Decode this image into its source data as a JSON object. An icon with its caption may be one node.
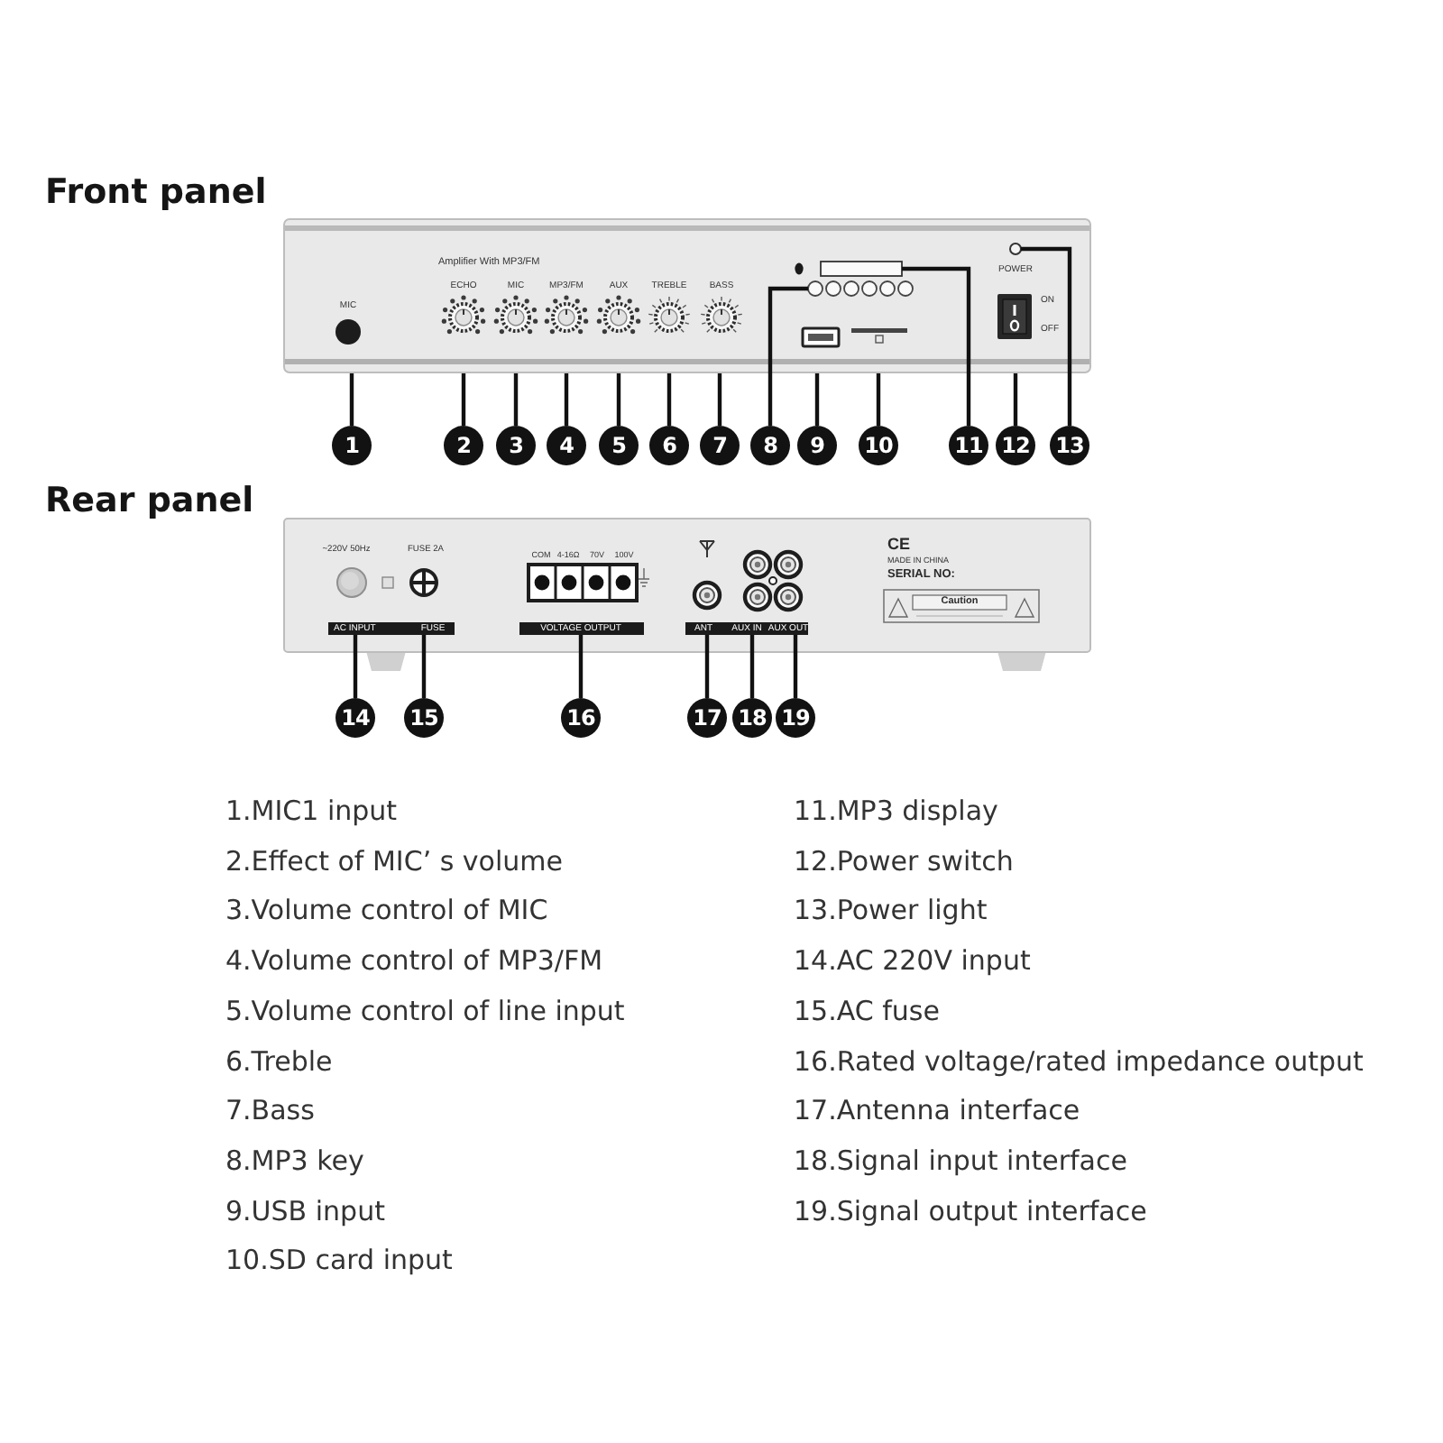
{
  "diagram": {
    "nodes": [
      {
        "text": [
          "Front panel"
        ]
      },
      {
        "text": [
          "1"
        ]
      },
      {
        "text": [
          "2"
        ]
      },
      {
        "text": [
          "3"
        ]
      },
      {
        "text": [
          "4"
        ]
      },
      {
        "text": [
          "5"
        ]
      },
      {
        "text": [
          "6"
        ]
      },
      {
        "text": [
          "7"
        ]
      },
      {
        "text": [
          "8"
        ]
      },
      {
        "text": [
          "9"
        ]
      },
      {
        "text": [
          "10"
        ]
      },
      {
        "text": [
          "11"
        ]
      },
      {
        "text": [
          "12"
        ]
      },
      {
        "text": [
          "13"
        ]
      },
      {
        "text": [
          "Rear panel"
        ]
      },
      {
        "text": [
          "14"
        ]
      },
      {
        "text": [
          "15"
        ]
      },
      {
        "text": [
          "16"
        ]
      },
      {
        "text": [
          "17"
        ]
      },
      {
        "text": [
          "18"
        ]
      },
      {
        "text": [
          "19"
        ]
      }
    ],
    "edges": [
      {
        "from": 1,
        "to": 0,
        "arrow": "none"
      },
      {
        "from": 2,
        "to": 0,
        "arrow": "none"
      },
      {
        "from": 3,
        "to": 0,
        "arrow": "none"
      },
      {
        "from": 4,
        "to": 0,
        "arrow": "none"
      },
      {
        "from": 5,
        "to": 0,
        "arrow": "none"
      },
      {
        "from": 6,
        "to": 0,
        "arrow": "none"
      },
      {
        "from": 7,
        "to": 0,
        "arrow": "none"
      },
      {
        "from": 8,
        "to": 0,
        "arrow": "none"
      },
      {
        "from": 9,
        "to": 0,
        "arrow": "none"
      },
      {
        "from": 10,
        "to": 0,
        "arrow": "none"
      },
      {
        "from": 11,
        "to": 0,
        "arrow": "none"
      },
      {
        "from": 12,
        "to": 0,
        "arrow": "none"
      },
      {
        "from": 13,
        "to": 0,
        "arrow": "none"
      },
      {
        "from": 15,
        "to": 14,
        "arrow": "none"
      },
      {
        "from": 16,
        "to": 14,
        "arrow": "none"
      },
      {
        "from": 17,
        "to": 14,
        "arrow": "none"
      },
      {
        "from": 18,
        "to": 14,
        "arrow": "none"
      },
      {
        "from": 19,
        "to": 14,
        "arrow": "none"
      },
      {
        "from": 20,
        "to": 14,
        "arrow": "none"
      }
    ],
    "labels": [
      "Amplifier With MP3/FM",
      "POWER",
      "ECHO",
      "MIC",
      "MP3/FM",
      "AUX",
      "TREBLE",
      "BASS",
      "MIC",
      "ON",
      "OFF",
      "~220V 50Hz",
      "FUSE 2A",
      "COM",
      "4-16Ω",
      "70V",
      "100V",
      "CE",
      "MADE IN CHINA",
      "SERIAL NO:",
      "Caution",
      "AC INPUT",
      "FUSE",
      "VOLTAGE OUTPUT",
      "ANT",
      "AUX IN",
      "AUX OUT",
      "1.MIC1 input",
      "2.Effect of MIC’ s volume",
      "3.Volume control of MIC",
      "4.Volume control of MP3/FM",
      "5.Volume control of line input",
      "6.Treble",
      "7.Bass",
      "8.MP3 key",
      "9.USB input",
      "10.SD card input",
      "11.MP3 display",
      "12.Power switch",
      "13.Power light",
      "14.AC 220V input",
      "15.AC fuse",
      "16.Rated voltage/rated impedance output",
      "17.Antenna interface",
      "18.Signal input interface",
      "19.Signal output interface"
    ]
  }
}
